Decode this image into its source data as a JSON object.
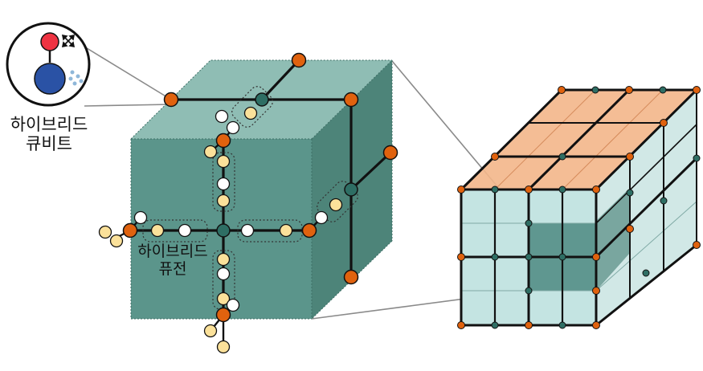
{
  "labels": {
    "hybrid_qubit_line1": "하이브리드",
    "hybrid_qubit_line2": "큐비트",
    "hybrid_fusion_line1": "하이브리드",
    "hybrid_fusion_line2": "퓨전"
  },
  "colors": {
    "cube_front": "#5b958b",
    "cube_top": "#8fbdb4",
    "cube_side": "#3f7a70",
    "edge_line": "#111111",
    "node_orange": "#e0620e",
    "node_teal": "#2e6e64",
    "node_yellow": "#fbe19a",
    "node_white": "#ffffff",
    "qubit_red": "#ee3342",
    "qubit_blue": "#2a52a5",
    "lattice_cell": "#c4e4e2",
    "lattice_dark_cell": "#5f9790",
    "lattice_top": "#f3b68a",
    "zoom_line": "#7f7f7f"
  },
  "icons": [
    "hybrid-qubit-inset",
    "red-qubit-circle",
    "blue-mode-circle",
    "diagonal-arrows-icon",
    "noise-dots"
  ]
}
